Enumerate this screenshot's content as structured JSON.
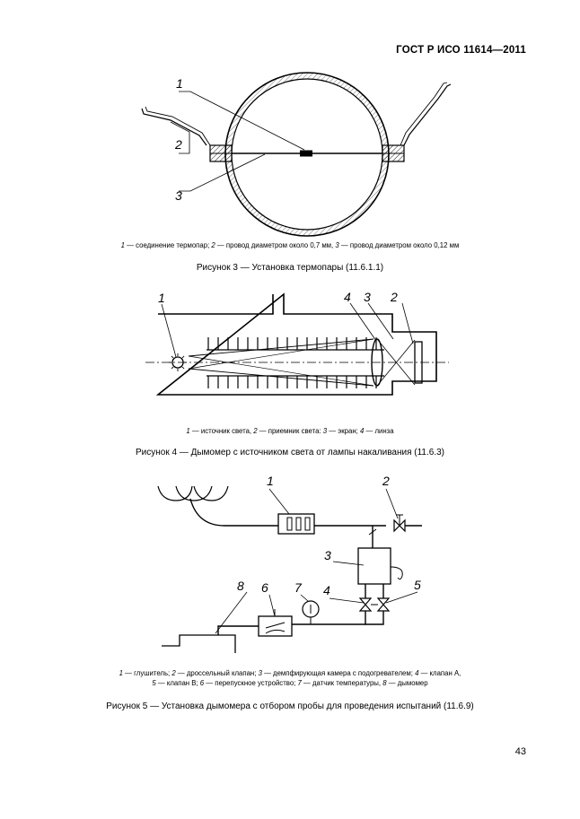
{
  "header": {
    "standard": "ГОСТ Р ИСО 11614—2011"
  },
  "figure3": {
    "labels": [
      "1",
      "2",
      "3"
    ],
    "legend": [
      {
        "num": "1",
        "text": " — соединение термопар; "
      },
      {
        "num": "2",
        "text": " — провод диаметром около 0,7 мм, "
      },
      {
        "num": "3",
        "text": " — провод диаметром около 0,12 мм"
      }
    ],
    "caption": "Рисунок 3 — Установка термопары (11.6.1.1)"
  },
  "figure4": {
    "labels": [
      "1",
      "4",
      "3",
      "2"
    ],
    "legend": [
      {
        "num": "1",
        "text": " — источник света, "
      },
      {
        "num": "2",
        "text": " — приемник света: "
      },
      {
        "num": "3",
        "text": " — экран; "
      },
      {
        "num": "4",
        "text": " — линза"
      }
    ],
    "caption": "Рисунок 4 — Дымомер с источником света от лампы накаливания (11.6.3)"
  },
  "figure5": {
    "labels": [
      "1",
      "2",
      "3",
      "4",
      "5",
      "6",
      "7",
      "8"
    ],
    "legend_line1": [
      {
        "num": "1",
        "text": " — глушитель; "
      },
      {
        "num": "2",
        "text": " — дроссельный клапан; "
      },
      {
        "num": "3",
        "text": " — демпфирующая камера с подогревателем; "
      },
      {
        "num": "4",
        "text": " — клапан А,"
      }
    ],
    "legend_line2": [
      {
        "num": "5",
        "text": " — клапан В; "
      },
      {
        "num": "6",
        "text": " — перепускное устройство; "
      },
      {
        "num": "7",
        "text": " — датчик температуры, "
      },
      {
        "num": "8",
        "text": " — дымомер"
      }
    ],
    "caption": "Рисунок 5 — Установка дымомера с отбором пробы для проведения испытаний (11.6.9)"
  },
  "footer": {
    "page_number": "43"
  }
}
